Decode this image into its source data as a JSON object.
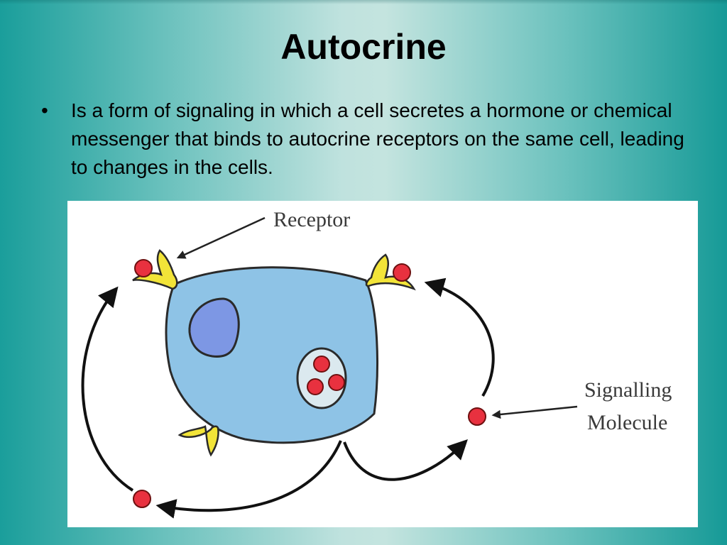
{
  "slide": {
    "title": "Autocrine",
    "bullet_symbol": "•",
    "bullet_text": "Is a form of signaling in which a cell secretes a hormone or chemical messenger that binds to autocrine receptors on the same cell, leading to changes in the cells."
  },
  "diagram": {
    "labels": {
      "receptor": "Receptor",
      "signalling_line1": "Signalling",
      "signalling_line2": "Molecule"
    },
    "colors": {
      "cell_fill": "#8ec3e6",
      "nucleus_fill": "#7d97e4",
      "molecule_fill": "#e8313f",
      "receptor_fill": "#f2e438",
      "background_teal": "#169a98"
    }
  }
}
